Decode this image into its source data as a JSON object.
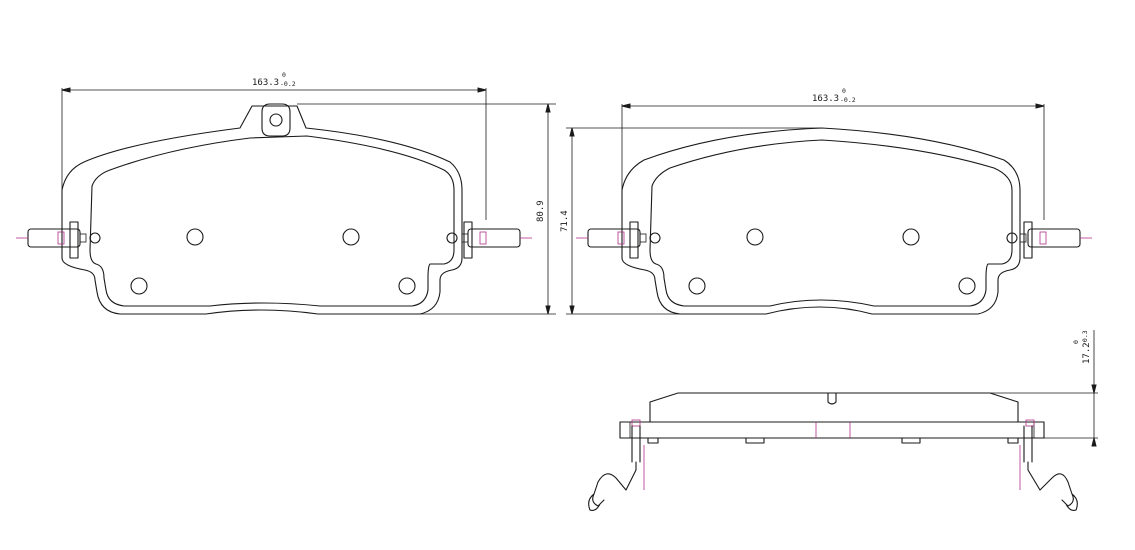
{
  "colors": {
    "outline": "#1a1a1a",
    "accent": "#b0308a",
    "background": "#ffffff"
  },
  "left_view": {
    "width_dim": {
      "value": "163.3",
      "tol_upper": "0",
      "tol_lower": "-0.2"
    },
    "height_dim": {
      "value": "80.9"
    }
  },
  "right_view": {
    "width_dim": {
      "value": "163.3",
      "tol_upper": "0",
      "tol_lower": "-0.2"
    },
    "height_dim": {
      "value": "71.4"
    }
  },
  "side_view": {
    "thickness_dim": {
      "value": "17.2",
      "tol_upper": "0",
      "tol_lower": "-0.3"
    }
  }
}
